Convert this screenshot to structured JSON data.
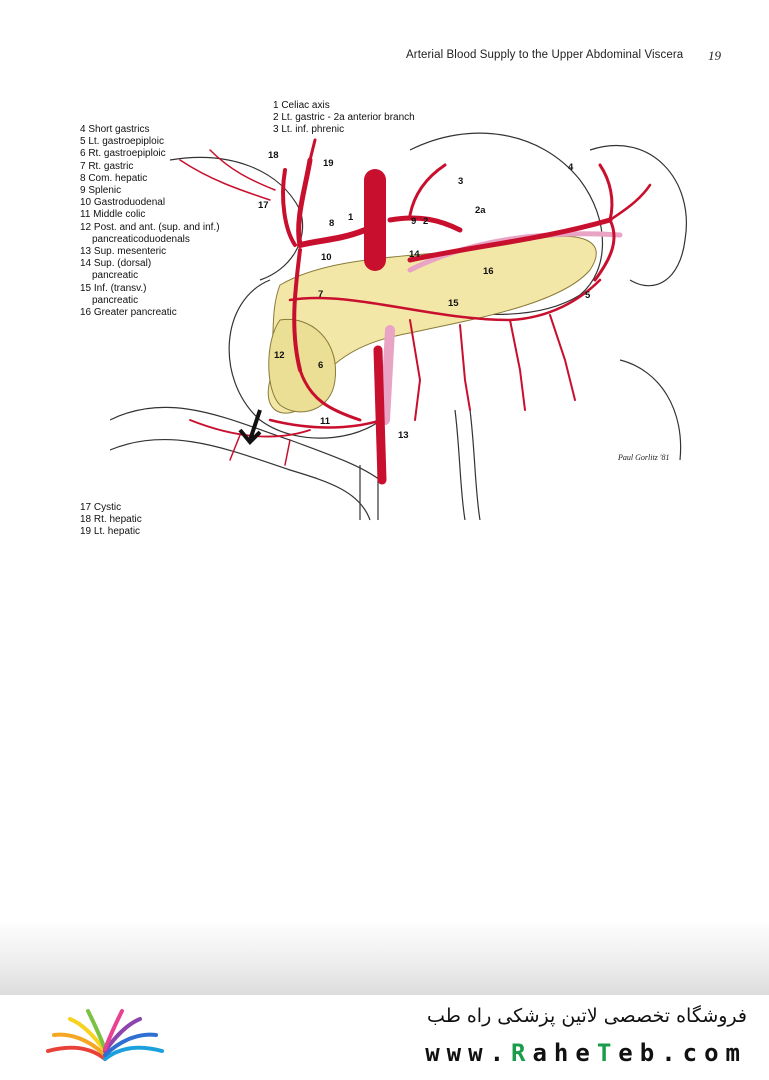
{
  "header": {
    "running_head": "Arterial Blood Supply to the Upper Abdominal Viscera",
    "page_number": "19"
  },
  "legend_top": [
    "1 Celiac axis",
    "2 Lt. gastric - 2a anterior branch",
    "3 Lt. inf. phrenic"
  ],
  "legend_left": [
    {
      "text": "4 Short gastrics",
      "indent": false
    },
    {
      "text": "5 Lt. gastroepiploic",
      "indent": false
    },
    {
      "text": "6 Rt. gastroepiploic",
      "indent": false
    },
    {
      "text": "7 Rt. gastric",
      "indent": false
    },
    {
      "text": "8 Com. hepatic",
      "indent": false
    },
    {
      "text": "9 Splenic",
      "indent": false
    },
    {
      "text": "10 Gastroduodenal",
      "indent": false
    },
    {
      "text": "11 Middle colic",
      "indent": false
    },
    {
      "text": "12 Post. and ant. (sup. and inf.)",
      "indent": false
    },
    {
      "text": "pancreaticoduodenals",
      "indent": true
    },
    {
      "text": "13 Sup. mesenteric",
      "indent": false
    },
    {
      "text": "14 Sup. (dorsal)",
      "indent": false
    },
    {
      "text": "pancreatic",
      "indent": true
    },
    {
      "text": "15 Inf. (transv.)",
      "indent": false
    },
    {
      "text": "pancreatic",
      "indent": true
    },
    {
      "text": "16 Greater pancreatic",
      "indent": false
    }
  ],
  "legend_bottom": [
    "17 Cystic",
    "18 Rt. hepatic",
    "19 Lt. hepatic"
  ],
  "figure": {
    "labels": {
      "n1": "1",
      "n2": "2",
      "n2a": "2a",
      "n3": "3",
      "n4": "4",
      "n5": "5",
      "n6": "6",
      "n7": "7",
      "n8": "8",
      "n9": "9",
      "n10": "10",
      "n11": "11",
      "n12": "12",
      "n13": "13",
      "n14": "14",
      "n15": "15",
      "n16": "16",
      "n17": "17",
      "n18": "18",
      "n19": "19"
    },
    "signature": "Paul Gorlitz '81",
    "colors": {
      "artery": "#c8102e",
      "pancreas": "#f2e7a6",
      "pink_vessel": "#e9a3c4",
      "ink": "#333333"
    }
  },
  "footer": {
    "store_name": "فروشگاه تخصصی لاتین پزشکی  راه طب",
    "website_prefix": "www.",
    "website_accent_1": "R",
    "website_mid": "ahe",
    "website_accent_2": "T",
    "website_suffix": "eb.com"
  }
}
